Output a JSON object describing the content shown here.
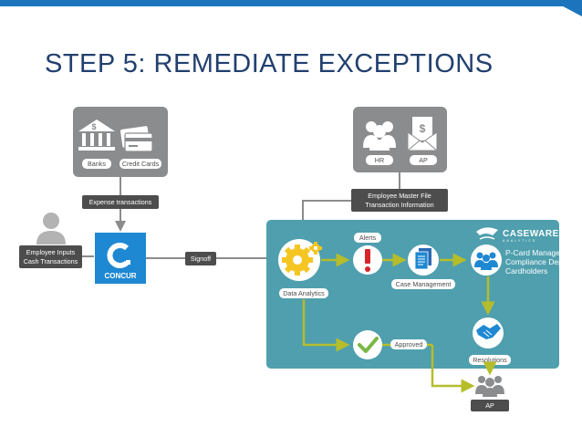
{
  "page": {
    "title": "STEP 5: REMEDIATE EXCEPTIONS"
  },
  "colors": {
    "accent_blue": "#1c75bc",
    "title_text": "#22406f",
    "panel_teal": "#4f9fae",
    "gray_box": "#8a8c8e",
    "label_dark": "#4d4d4d",
    "flow_green": "#b5bd2b",
    "concur_blue": "#1e88d2",
    "alert_red": "#d7252c",
    "check_green": "#7ab743"
  },
  "diagram": {
    "sources_box": {
      "icons": [
        "bank-icon",
        "credit-card-icon"
      ],
      "banks_label": "Banks",
      "credit_cards_label": "Credit Cards"
    },
    "expense_label": "Expense transactions",
    "employee_inputs_label": [
      "Employee Inputs",
      "Cash Transactions"
    ],
    "concur_label": "CONCUR",
    "signoff_label": "Signoff",
    "hr_ap_box": {
      "icons": [
        "people-icon",
        "envelope-dollar-icon"
      ],
      "hr_label": "HR",
      "ap_label": "AP"
    },
    "employee_master_label": [
      "Employee Master File",
      "Transaction Information"
    ],
    "caseware_logo": "CASEWARE",
    "caseware_sub": "ANALYTICS",
    "data_analytics_label": "Data Analytics",
    "alerts_label": "Alerts",
    "case_management_label": "Case Management",
    "pcard_lines": [
      "P-Card Manager",
      "Compliance Dept",
      "Cardholders"
    ],
    "approved_label": "Approved",
    "resolutions_label": "Resolutions",
    "ap_bottom_label": "AP"
  }
}
